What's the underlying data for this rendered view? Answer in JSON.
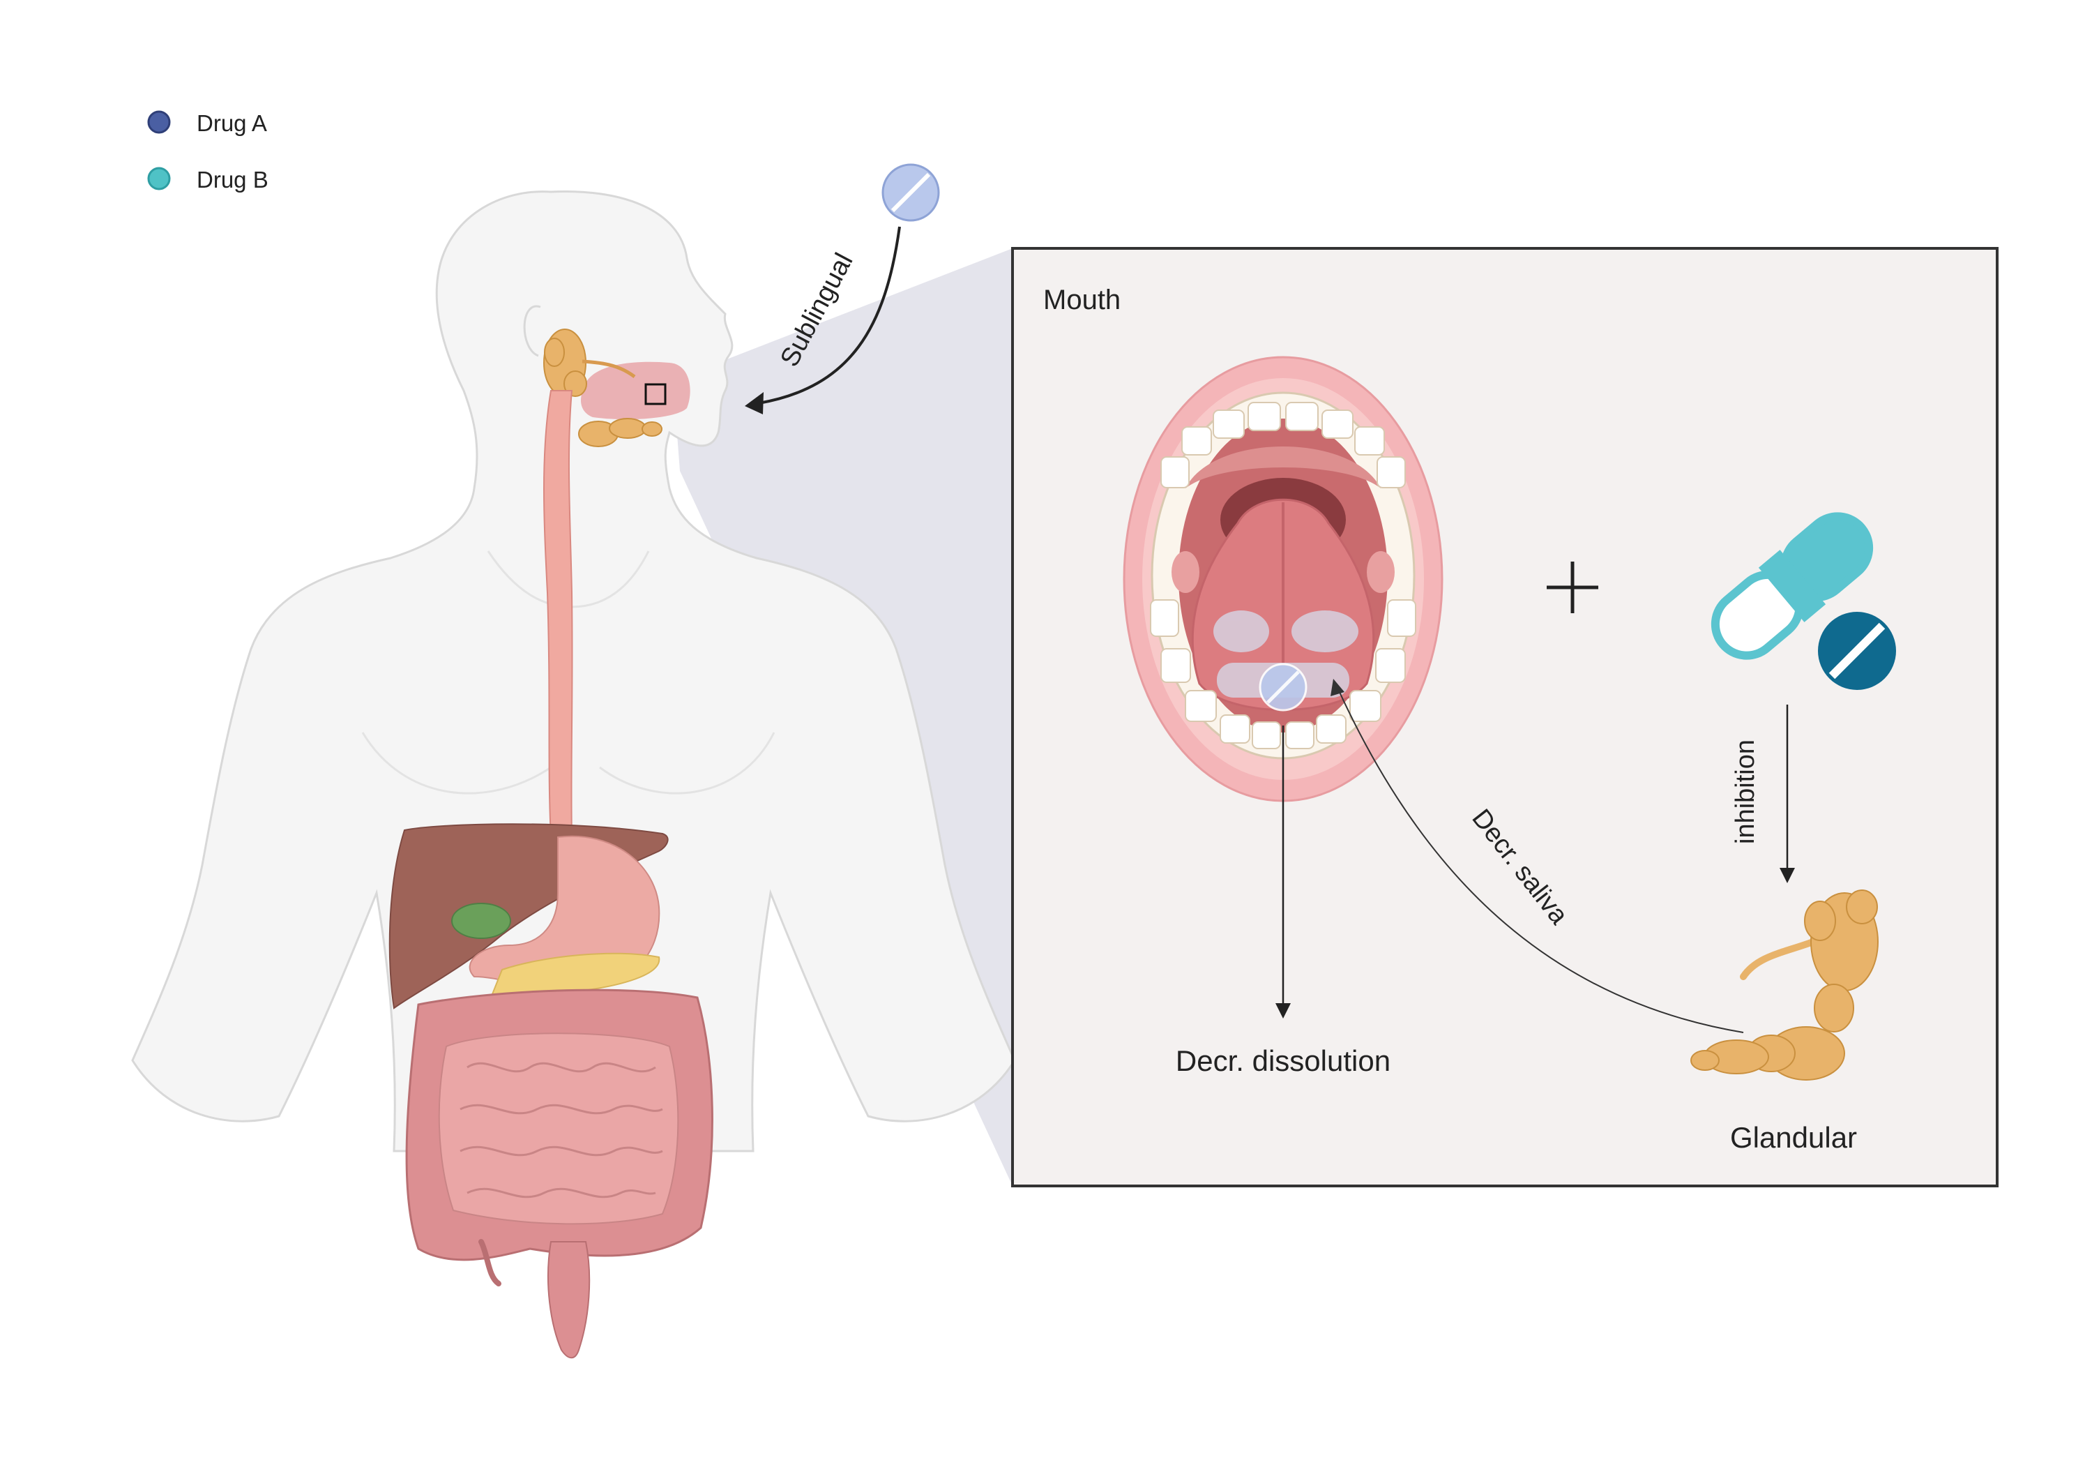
{
  "legend": {
    "items": [
      {
        "label": "Drug A",
        "color": "#4a5fa3"
      },
      {
        "label": "Drug B",
        "color": "#4fc2c6"
      }
    ]
  },
  "labels": {
    "route": "Sublingual",
    "panel_title": "Mouth",
    "dissolution": "Decr. dissolution",
    "saliva": "Decr. saliva",
    "inhibition": "inhibition",
    "gland": "Glandular"
  },
  "colors": {
    "panel_bg": "#f4f1f0",
    "panel_border": "#333333",
    "zoom_wedge": "#e4e4ec",
    "tablet": "#b9c8ec",
    "capsule": "#5bc4cf",
    "tablet_dark": "#0f6a8f",
    "gland": "#e8b36a",
    "liver": "#9e6358",
    "intestine": "#e1949a",
    "esophagus": "#f0a9a0"
  }
}
